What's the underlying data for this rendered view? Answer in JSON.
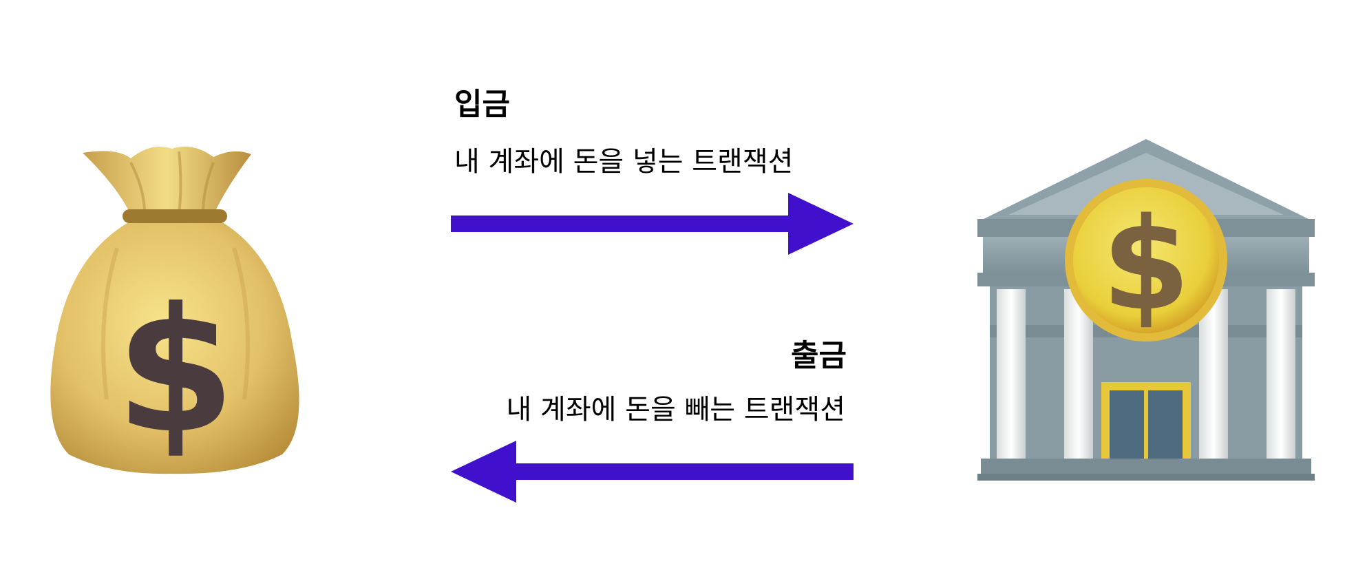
{
  "diagram": {
    "left_icon": "money-bag-icon",
    "right_icon": "bank-icon",
    "arrow_color": "#4010CC",
    "deposit": {
      "title": "입금",
      "description": "내 계좌에 돈을 넣는 트랜잭션",
      "direction": "left-to-right"
    },
    "withdrawal": {
      "title": "출금",
      "description": "내 계좌에 돈을 빼는 트랜잭션",
      "direction": "right-to-left"
    }
  }
}
